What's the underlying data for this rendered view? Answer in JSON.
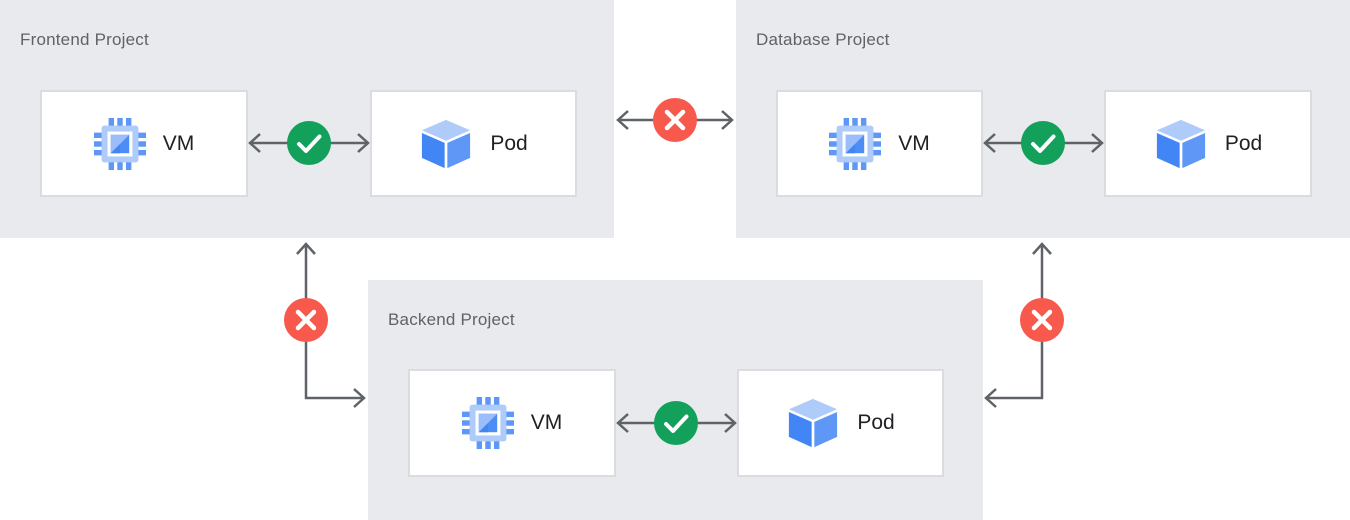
{
  "projects": [
    {
      "title": "Frontend Project",
      "nodes": [
        {
          "type": "vm",
          "label": "VM",
          "icon": "compute-chip-icon"
        },
        {
          "type": "pod",
          "label": "Pod",
          "icon": "cube-icon"
        }
      ],
      "internal_connection": {
        "from": "VM",
        "to": "Pod",
        "status": "allowed",
        "icon": "check-icon"
      }
    },
    {
      "title": "Database Project",
      "nodes": [
        {
          "type": "vm",
          "label": "VM",
          "icon": "compute-chip-icon"
        },
        {
          "type": "pod",
          "label": "Pod",
          "icon": "cube-icon"
        }
      ],
      "internal_connection": {
        "from": "VM",
        "to": "Pod",
        "status": "allowed",
        "icon": "check-icon"
      }
    },
    {
      "title": "Backend Project",
      "nodes": [
        {
          "type": "vm",
          "label": "VM",
          "icon": "compute-chip-icon"
        },
        {
          "type": "pod",
          "label": "Pod",
          "icon": "cube-icon"
        }
      ],
      "internal_connection": {
        "from": "VM",
        "to": "Pod",
        "status": "allowed",
        "icon": "check-icon"
      }
    }
  ],
  "cross_project_connections": [
    {
      "between": [
        "Frontend Project",
        "Database Project"
      ],
      "status": "blocked",
      "icon": "x-icon"
    },
    {
      "between": [
        "Frontend Project",
        "Backend Project"
      ],
      "status": "blocked",
      "icon": "x-icon"
    },
    {
      "between": [
        "Database Project",
        "Backend Project"
      ],
      "status": "blocked",
      "icon": "x-icon"
    }
  ],
  "colors": {
    "project_background": "#E8EAED",
    "node_background": "#FFFFFF",
    "node_border": "#DADCE0",
    "project_title_text": "#5F6368",
    "node_label_text": "#202124",
    "arrow": "#5F6368",
    "allowed_badge": "#12A05B",
    "blocked_badge": "#F7594C",
    "icon_blue_light": "#AECBFA",
    "icon_blue_medium": "#5E97F6",
    "icon_blue_dark": "#4285F4"
  }
}
